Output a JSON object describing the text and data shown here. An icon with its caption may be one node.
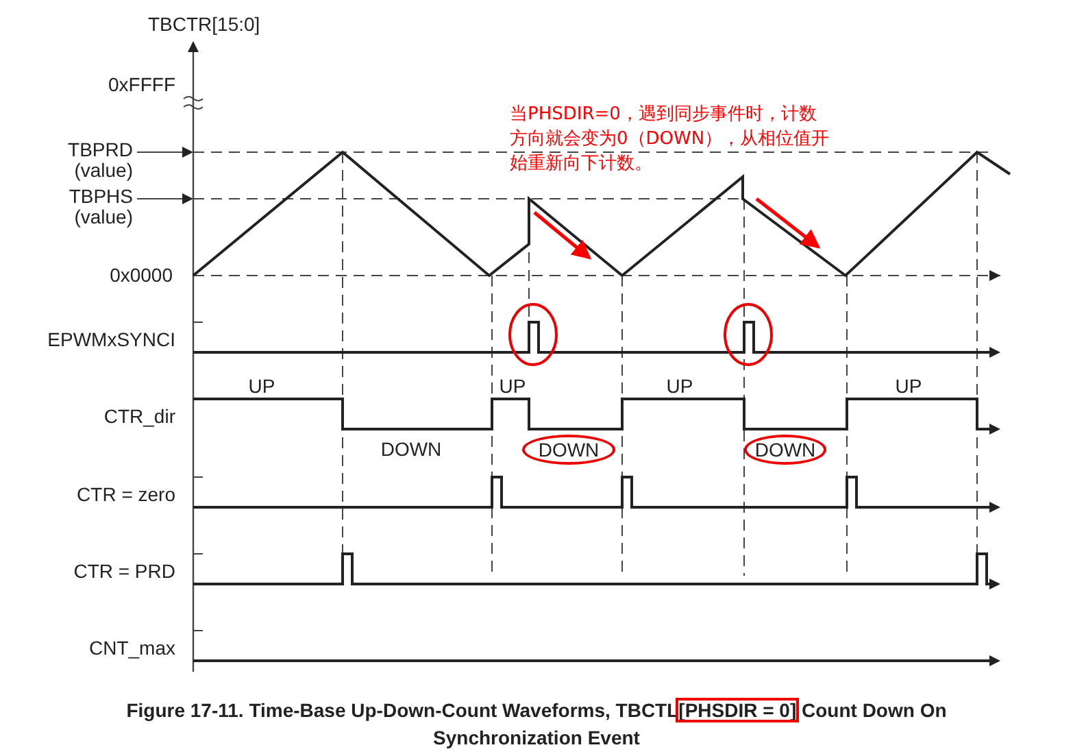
{
  "diagram": {
    "caption": "Figure 17-11. Time-Base Up-Down-Count Waveforms, TBCTL[PHSDIR = 0] Count Down On Synchronization Event",
    "nodes": [
      {
        "text": [
          "DOWN"
        ]
      },
      {
        "text": [
          "DOWN"
        ]
      }
    ],
    "labels": [
      "TBCTR[15:0]",
      "0xFFFF",
      "TBPRD (value)",
      "TBPHS (value)",
      "0x0000",
      "当PHSDIR=0，遇到同步事件时，计数方向就会变为0（DOWN），从相位值开始重新向下计数。",
      "EPWMxSYNCI",
      "UP",
      "CTR_dir",
      "UP",
      "UP",
      "UP",
      "DOWN",
      "CTR = zero",
      "CTR = PRD",
      "CNT_max"
    ]
  }
}
